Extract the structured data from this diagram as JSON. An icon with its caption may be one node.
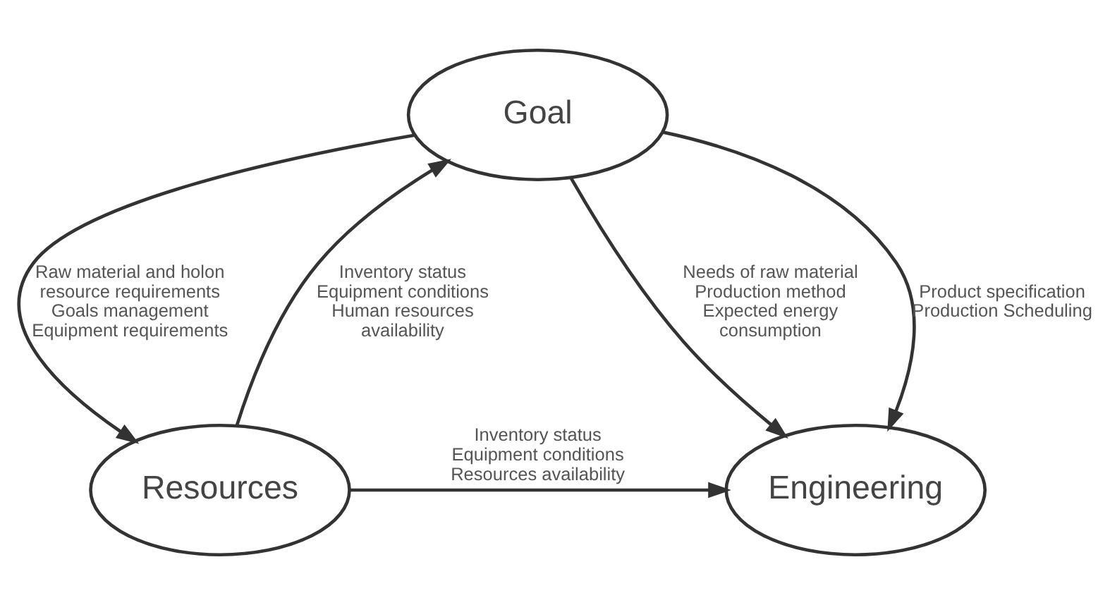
{
  "diagram": {
    "nodes": [
      {
        "text": [
          "Goal"
        ]
      },
      {
        "text": [
          "Resources"
        ]
      },
      {
        "text": [
          "Engineering"
        ]
      }
    ],
    "edges": [
      {
        "from": 1,
        "to": 0,
        "arrow": "to",
        "label": "Inventory status Equipment conditions Human resources availability"
      },
      {
        "from": 0,
        "to": 1,
        "arrow": "to",
        "label": "Raw material and holon resource requirements Goals management Equipment requirements"
      },
      {
        "from": 0,
        "to": 2,
        "arrow": "to",
        "label": "Needs of raw material Production method Expected energy consumption"
      },
      {
        "from": 0,
        "to": 2,
        "arrow": "to",
        "label": "Product specification Production Scheduling"
      },
      {
        "from": 1,
        "to": 2,
        "arrow": "to",
        "label": "Inventory status Equipment conditions Resources availability"
      }
    ]
  }
}
